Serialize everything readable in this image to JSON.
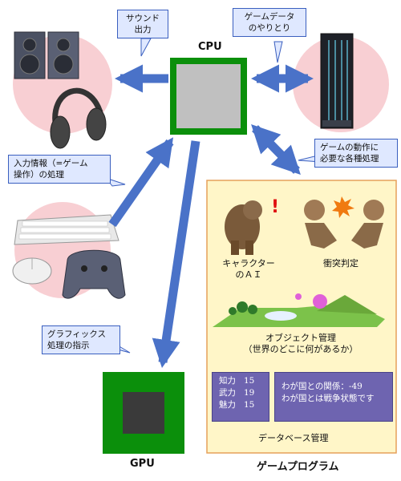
{
  "cpu": {
    "label": "CPU"
  },
  "gpu": {
    "label": "GPU"
  },
  "game_program": {
    "title": "ゲームプログラム"
  },
  "callouts": {
    "sound": [
      "サウンド",
      "出力"
    ],
    "data_exchange": [
      "ゲームデータ",
      "のやりとり"
    ],
    "input": [
      "入力情報（=ゲーム",
      "操作）の処理"
    ],
    "game_processing": [
      "ゲームの動作に",
      "必要な各種処理"
    ],
    "graphics": [
      "グラフィックス",
      "処理の指示"
    ]
  },
  "game_items": {
    "character_ai": [
      "キャラクター",
      "のＡＩ"
    ],
    "collision": "衝突判定",
    "object_mgmt": [
      "オブジェクト管理",
      "（世界のどこに何があるか）"
    ],
    "database": "データベース管理"
  },
  "stats": [
    {
      "name": "知力",
      "value": "15"
    },
    {
      "name": "武力",
      "value": "19"
    },
    {
      "name": "魅力",
      "value": "15"
    }
  ],
  "relations": [
    "わが国との関係：-49",
    "わが国とは戦争状態です"
  ],
  "colors": {
    "chip_green": "#0b8f0b",
    "arrow_blue": "#4a72c8",
    "pink_circle": "#f8cfd3",
    "panel_yellow": "#fff6c8",
    "panel_border": "#e6a15a",
    "stat_purple": "#6e64b0"
  }
}
